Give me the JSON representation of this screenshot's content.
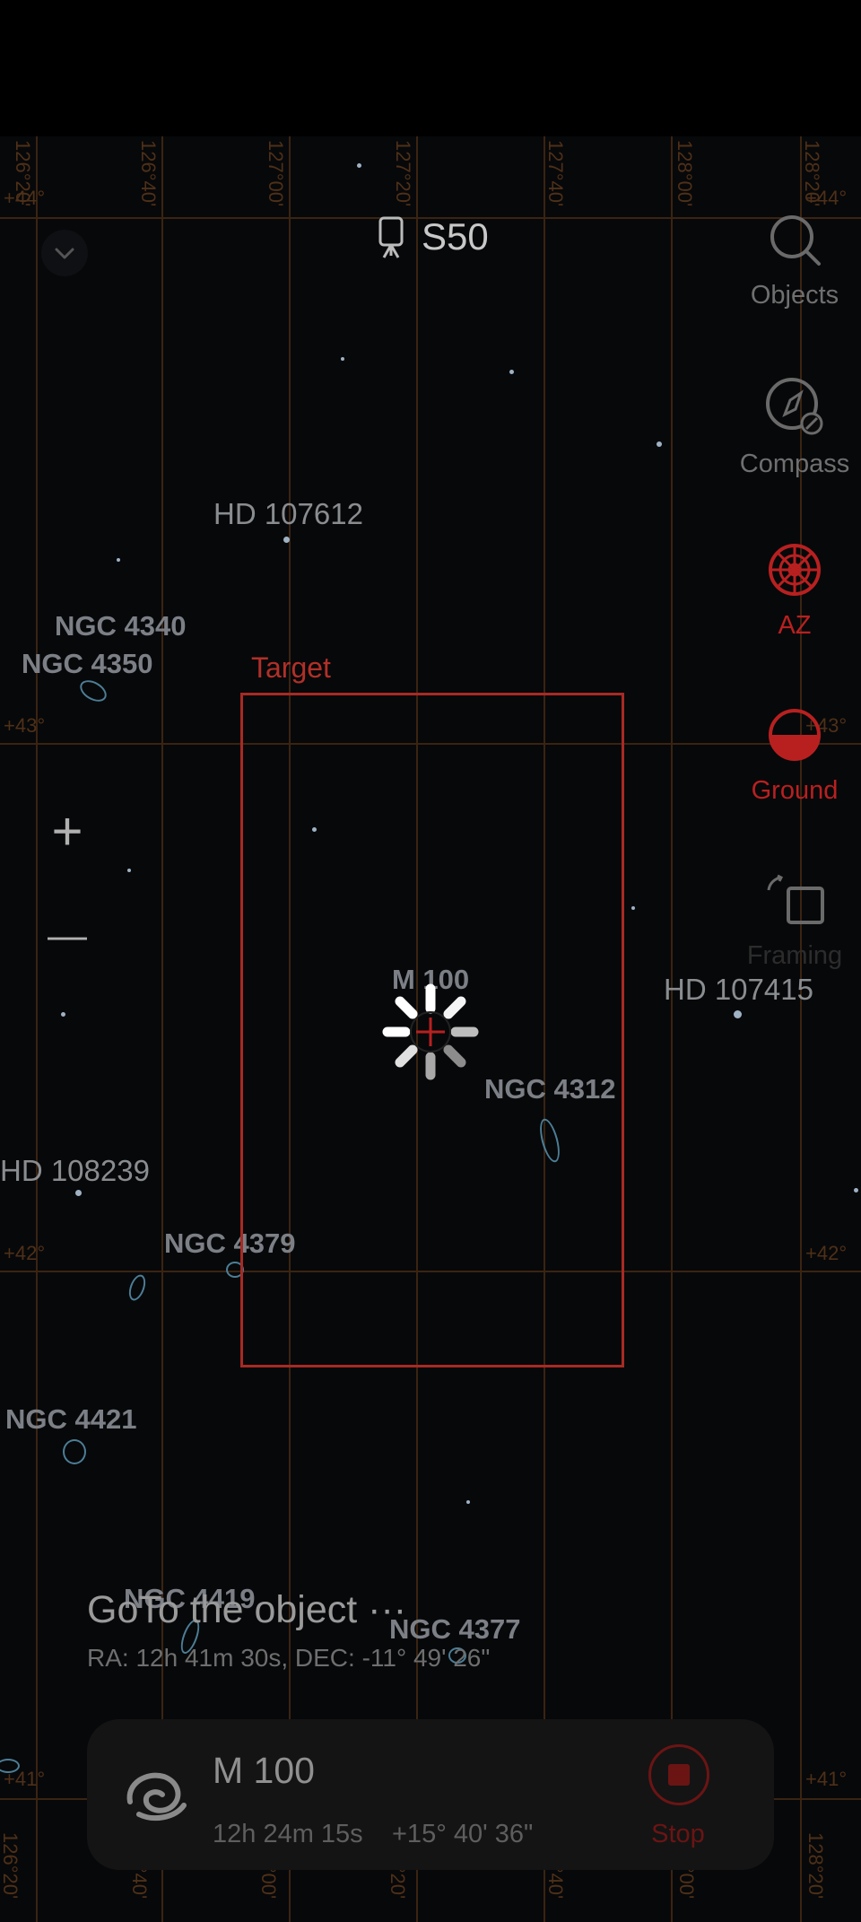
{
  "header": {
    "device_name": "S50",
    "device_icon": "telescope-icon",
    "collapse_icon": "chevron-down-icon"
  },
  "grid": {
    "ra_labels": [
      "126°20'",
      "126°40'",
      "127°00'",
      "127°20'",
      "127°40'",
      "128°00'",
      "128°20'"
    ],
    "dec_labels": [
      "+44°",
      "+43°",
      "+42°",
      "+41°"
    ]
  },
  "sky_labels": {
    "stars": [
      "HD 107612",
      "HD 107415",
      "HD 108239"
    ],
    "objects": [
      "NGC 4340",
      "NGC 4350",
      "M 100",
      "NGC 4312",
      "NGC 4379",
      "NGC 4421",
      "NGC 4419",
      "NGC 4377"
    ]
  },
  "target": {
    "label": "Target"
  },
  "toolbar": {
    "objects_label": "Objects",
    "compass_label": "Compass",
    "az_label": "AZ",
    "ground_label": "Ground",
    "framing_label": "Framing"
  },
  "zoom": {
    "in_label": "+",
    "out_label": "—"
  },
  "goto": {
    "title": "GoTo the object ···",
    "coords": "RA: 12h 41m 30s, DEC: -11° 49' 26\""
  },
  "object_card": {
    "name": "M 100",
    "ra": "12h 24m 15s",
    "dec": "+15° 40' 36\"",
    "icon": "galaxy-icon",
    "stop_label": "Stop"
  },
  "colors": {
    "accent_red": "#b82020",
    "grid": "#3a2412",
    "background": "#000000"
  }
}
